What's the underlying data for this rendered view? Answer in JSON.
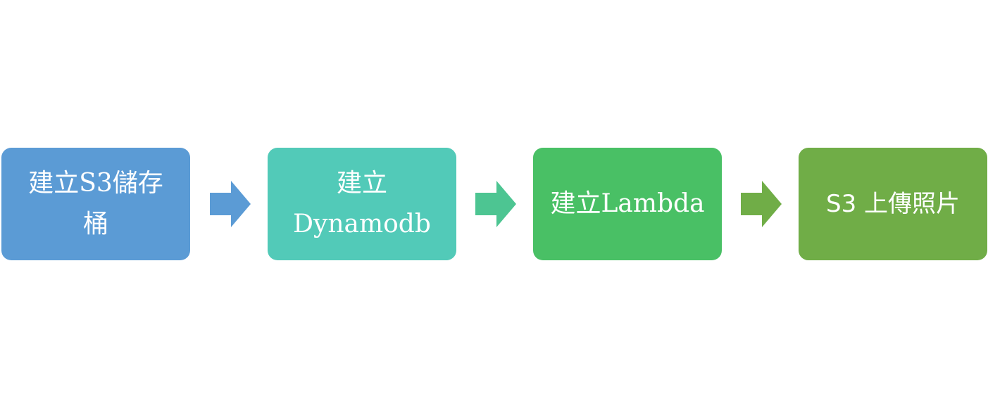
{
  "steps": [
    {
      "label": "建立S3儲存\n桶",
      "color": "#5b9bd5"
    },
    {
      "label": "建立\nDynamodb",
      "color": "#52cab8"
    },
    {
      "label": "建立Lambda",
      "color": "#49c065"
    },
    {
      "label": "S3 上傳照片",
      "color": "#70ad47"
    }
  ],
  "arrows": [
    {
      "icon": "right-arrow-icon",
      "color": "#5b9bd5"
    },
    {
      "icon": "right-arrow-icon",
      "color": "#4dc592"
    },
    {
      "icon": "right-arrow-icon",
      "color": "#70ad47"
    }
  ]
}
